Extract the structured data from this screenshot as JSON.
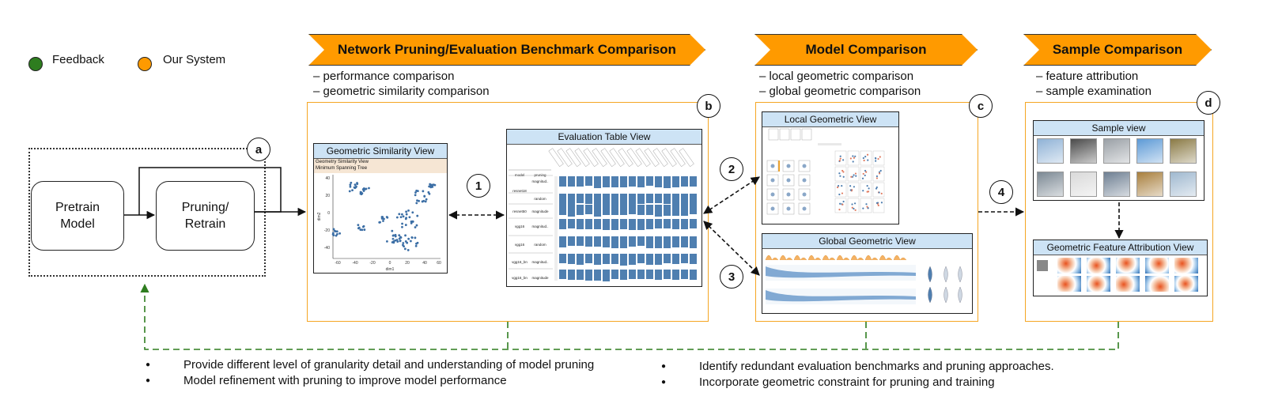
{
  "legend": [
    {
      "label": "Feedback",
      "color": "#2e7d1f"
    },
    {
      "label": "Our System",
      "color": "#ff9a00"
    }
  ],
  "stages": {
    "benchmark": {
      "title": "Network Pruning/Evaluation Benchmark Comparison",
      "bullets": [
        "– performance comparison",
        "– geometric similarity comparison"
      ],
      "badge": "b"
    },
    "model": {
      "title": "Model Comparison",
      "bullets": [
        "– local geometric comparison",
        "– global geometric comparison"
      ],
      "badge": "c"
    },
    "sample": {
      "title": "Sample Comparison",
      "bullets": [
        "– feature attribution",
        "– sample examination"
      ],
      "badge": "d"
    }
  },
  "pipeline": {
    "badge": "a",
    "pretrain": [
      "Pretrain",
      "Model"
    ],
    "pruning": [
      "Pruning/",
      "Retrain"
    ]
  },
  "views": {
    "geometric_similarity": {
      "title": "Geometric Similarity View",
      "subtitle1": "Geometry Similarity View",
      "subtitle2": "Minimum Spanning Tree",
      "yticks": [
        "40",
        "20",
        "0",
        "-20",
        "-40"
      ],
      "xticks": [
        "-60",
        "-40",
        "-20",
        "0",
        "20",
        "40",
        "60"
      ],
      "xlabel": "dim1",
      "ylabel": "dim2"
    },
    "evaluation_table": {
      "title": "Evaluation Table View",
      "col1": "model",
      "col2": "pruning",
      "rows": [
        {
          "model": "resnet18",
          "pruning": "magnitud.."
        },
        {
          "model": "",
          "pruning": "random"
        },
        {
          "model": "resnet50",
          "pruning": "magnitude"
        },
        {
          "model": "vgg16",
          "pruning": "magnitud.."
        },
        {
          "model": "vgg16",
          "pruning": "random"
        },
        {
          "model": "vgg16_bn",
          "pruning": "magnitud.."
        },
        {
          "model": "vgg16_bn",
          "pruning": "magnitude"
        }
      ]
    },
    "local_geometric": {
      "title": "Local Geometric View"
    },
    "global_geometric": {
      "title": "Global Geometric View"
    },
    "sample_view": {
      "title": "Sample view"
    },
    "attribution": {
      "title": "Geometric Feature Attribution View"
    }
  },
  "connectors": [
    "1",
    "2",
    "3",
    "4"
  ],
  "footer_left": [
    "Provide different level of granularity detail and understanding of  model pruning",
    "Model refinement with pruning to improve model performance"
  ],
  "footer_right": [
    "Identify redundant evaluation benchmarks and pruning approaches.",
    "Incorporate geometric constraint for pruning and training"
  ],
  "colors": {
    "system": "#ff9a00",
    "panel_border": "#f5a623",
    "feedback": "#2e7d1f",
    "view_header": "#cde3f5",
    "scatter": "#3b6ea5"
  }
}
